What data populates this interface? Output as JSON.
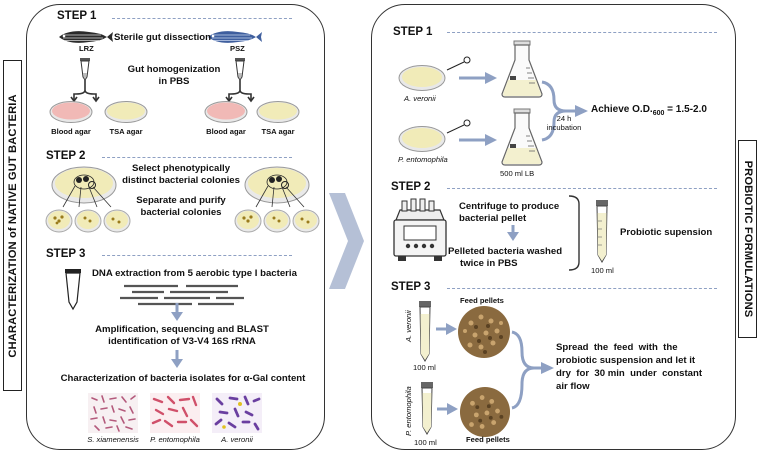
{
  "left_panel": {
    "side_label": "CHARACTERIZATION of NATIVE GUT BACTERIA",
    "step1": {
      "title": "STEP 1",
      "fish_left": "LRZ",
      "fish_right": "PSZ",
      "dissection": "Sterile gut dissection",
      "homog_line1": "Gut homogenization",
      "homog_line2": "in PBS",
      "blood_agar_1": "Blood agar",
      "tsa_agar_1": "TSA agar",
      "blood_agar_2": "Blood agar",
      "tsa_agar_2": "TSA agar"
    },
    "step2": {
      "title": "STEP 2",
      "select_line1": "Select phenotypically",
      "select_line2": "distinct bacterial colonies",
      "purify_line1": "Separate and purify",
      "purify_line2": "bacterial colonies"
    },
    "step3": {
      "title": "STEP 3",
      "dna": "DNA extraction from 5 aerobic type I bacteria",
      "amp_line1": "Amplification, sequencing and BLAST",
      "amp_line2": "identification of V3-V4 16S rRNA",
      "charac": "Characterization of bacteria isolates for α-Gal content",
      "micro_1": "S. xiamenensis",
      "micro_2": "P. entomophila",
      "micro_3": "A. veronii"
    }
  },
  "right_panel": {
    "side_label": "PROBIOTIC FORMULATIONS",
    "step1": {
      "title": "STEP 1",
      "species_1": "A. veronii",
      "species_2": "P. entomophila",
      "incubation_line1": "24 h",
      "incubation_line2": "incubation",
      "achieve_prefix": "Achieve O.D.",
      "achieve_sub": "600",
      "achieve_suffix": " = 1.5-2.0",
      "flask_label": "500 ml LB"
    },
    "step2": {
      "title": "STEP 2",
      "centrifuge_line1": "Centrifuge to produce",
      "centrifuge_line2": "bacterial pellet",
      "washed_line1": "Pelleted bacteria washed",
      "washed_line2": "twice in PBS",
      "probiotic": "Probiotic supension",
      "volume": "100 ml"
    },
    "step3": {
      "title": "STEP 3",
      "feed_top": "Feed pellets",
      "feed_bottom": "Feed pellets",
      "tube_1": "A. veronii",
      "tube_2": "P. entomophila",
      "vol_1": "100 ml",
      "vol_2": "100 ml",
      "spread_line1": "Spread  the  feed  with  the",
      "spread_line2": "probiotic suspension and let it",
      "spread_line3": "dry  for  30 min  under  constant",
      "spread_line4": "air flow"
    }
  },
  "colors": {
    "arrow_blue": "#8ea0c3",
    "blood_agar": "#f1b9b6",
    "tsa_agar": "#f1ebb8",
    "big_chevron": "#b5c0d6"
  }
}
